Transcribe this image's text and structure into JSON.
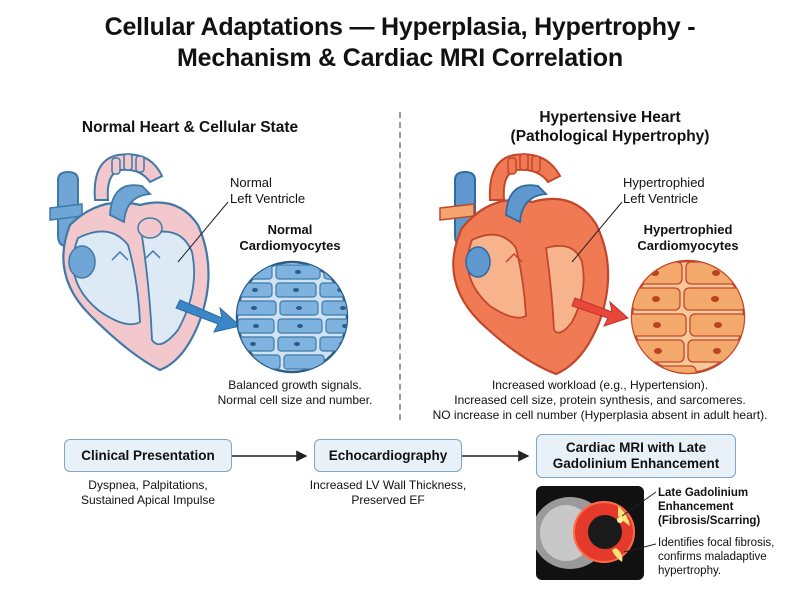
{
  "title": {
    "line1": "Cellular Adaptations — Hyperplasia, Hypertrophy -",
    "line2": "Mechanism & Cardiac MRI Correlation"
  },
  "left_panel": {
    "title": "Normal Heart & Cellular State",
    "ventricle_label_1": "Normal",
    "ventricle_label_2": "Left Ventricle",
    "cells_label_1": "Normal",
    "cells_label_2": "Cardiomyocytes",
    "caption_1": "Balanced growth signals.",
    "caption_2": "Normal cell size and number."
  },
  "right_panel": {
    "title_1": "Hypertensive Heart",
    "title_2": "(Pathological Hypertrophy)",
    "ventricle_label_1": "Hypertrophied",
    "ventricle_label_2": "Left Ventricle",
    "cells_label_1": "Hypertrophied",
    "cells_label_2": "Cardiomyocytes",
    "caption_1": "Increased workload (e.g., Hypertension).",
    "caption_2": "Increased cell size, protein synthesis, and sarcomeres.",
    "caption_3": "NO increase in cell number (Hyperplasia absent in adult heart)."
  },
  "flow": {
    "clinical": {
      "label": "Clinical Presentation",
      "detail_1": "Dyspnea, Palpitations,",
      "detail_2": "Sustained Apical Impulse"
    },
    "echo": {
      "label": "Echocardiography",
      "detail_1": "Increased LV Wall Thickness,",
      "detail_2": "Preserved EF"
    },
    "mri": {
      "label_1": "Cardiac MRI with Late",
      "label_2": "Gadolinium Enhancement",
      "lge_1": "Late Gadolinium",
      "lge_2": "Enhancement",
      "lge_3": "(Fibrosis/Scarring)",
      "note_1": "Identifies focal fibrosis,",
      "note_2": "confirms maladaptive",
      "note_3": "hypertrophy."
    }
  },
  "colors": {
    "normal_fill": "#dde9f5",
    "normal_stroke": "#3f79a8",
    "normal_muscle": "#f3c8cc",
    "hyper_fill": "#f07a54",
    "hyper_stroke": "#c2472a",
    "hyper_cell": "#f4a96c",
    "box_fill": "#e8f0f8",
    "box_stroke": "#7fa4c4",
    "lge_red": "#e53a2a"
  }
}
